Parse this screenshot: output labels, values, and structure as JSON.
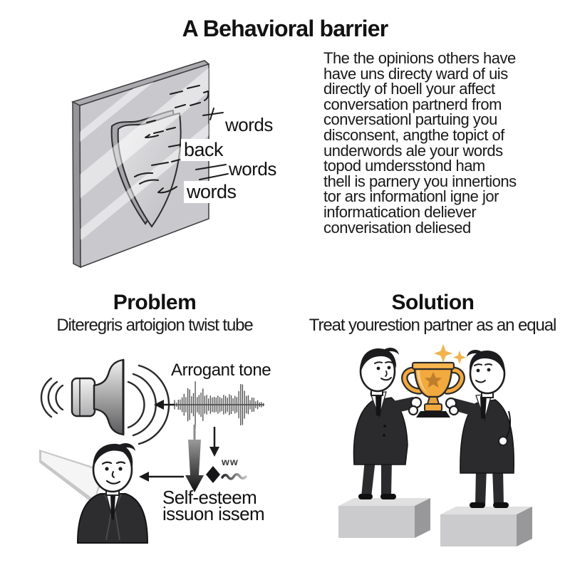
{
  "title": "A Behavioral barrier",
  "barrier_diagram": {
    "label_words_1": "words",
    "label_back": "back",
    "label_words_2": "words",
    "label_words_3": "words"
  },
  "description": "The the opinions others have\nhave uns directy ward of uis\ndirectly of hoell your affect\nconversation partnerd from\nconversationl partuing you\ndisconsent, angthe topict of\nunderwords ale your words\ntopod umdersstond ham\nthell is parnery you innertions\ntor ars informationl igne jor\ninformatication deliever\nconverisation deliesed",
  "problem": {
    "heading": "Problem",
    "subtitle": "Diteregris artoigion twist tube",
    "tone_label": "Arrogant tone",
    "scribble_label": "ww",
    "effect_label": "Self-esteem\nissuon issem"
  },
  "solution": {
    "heading": "Solution",
    "subtitle": "Treat yourestion partner as an equal"
  },
  "colors": {
    "trophy_gold": "#F2A93E",
    "trophy_star": "#BF7E2B",
    "sparkle_gold": "#F0B54E",
    "panel_gray": "#C9C9CD",
    "suit_dark": "#2B2B2D"
  }
}
